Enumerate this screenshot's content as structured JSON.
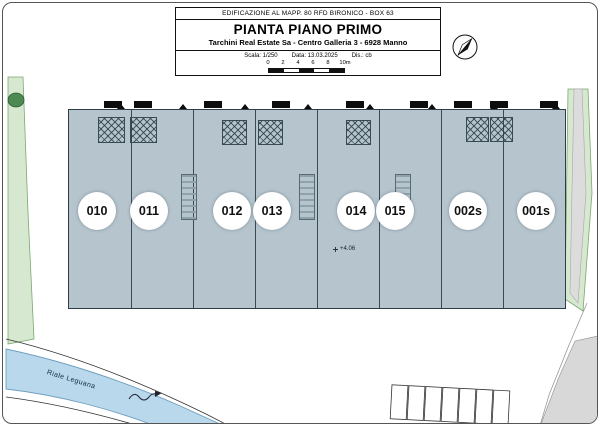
{
  "title_block": {
    "project_line": "EDIFICAZIONE AL MAPP. 80 RFD BIRONICO - BOX 63",
    "title": "PIANTA PIANO PRIMO",
    "client_line": "Tarchini Real Estate Sa - Centro Galleria 3 - 6928 Manno",
    "scale": "Scala: 1/250",
    "date": "Data: 13.03.2025",
    "drawn_by": "Dis.: cb",
    "scale_bar_ticks": [
      "0",
      "2",
      "4",
      "6",
      "8",
      "10m"
    ]
  },
  "plan": {
    "units": [
      {
        "label": "010"
      },
      {
        "label": "011"
      },
      {
        "label": "012"
      },
      {
        "label": "013"
      },
      {
        "label": "014"
      },
      {
        "label": "015"
      },
      {
        "label": "002s"
      },
      {
        "label": "001s"
      }
    ],
    "elevation_marker": "+4.06",
    "river_label": "Riale Leguana"
  },
  "icons": {
    "north_arrow": "north-compass-icon"
  },
  "colors": {
    "building_fill": "#b5c4cd",
    "building_border": "#2e3d45",
    "water": "#b9d8eb",
    "green_area": "#d6e8cf",
    "green_border": "#7aa86f",
    "road_gray": "#d8d8d8"
  }
}
